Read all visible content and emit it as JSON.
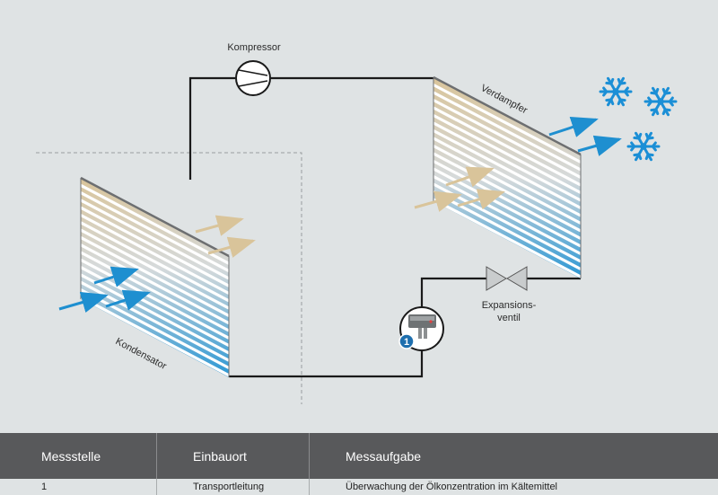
{
  "labels": {
    "compressor": "Kompressor",
    "evaporator": "Verdampfer",
    "condenser": "Kondensator",
    "expansion_valve_line1": "Expansions-",
    "expansion_valve_line2": "ventil",
    "sensor_number": "1"
  },
  "table": {
    "headers": [
      "Messstelle",
      "Einbauort",
      "Messaufgabe"
    ],
    "rows": [
      [
        "1",
        "Transportleitung",
        "Überwachung der Ölkonzentration im Kältemittel"
      ]
    ]
  },
  "colors": {
    "background": "#dfe3e4",
    "pipe": "#1a1a1a",
    "cold_arrow": "#1e8fd0",
    "warm_arrow": "#d9c49a",
    "snowflake": "#1b8fd6",
    "header_bg": "#58595b",
    "sensor_badge": "#1e6fae"
  },
  "icons": {
    "snowflakes": [
      "snowflake-icon",
      "snowflake-icon",
      "snowflake-icon"
    ],
    "sensor": "sensor-device-icon"
  }
}
